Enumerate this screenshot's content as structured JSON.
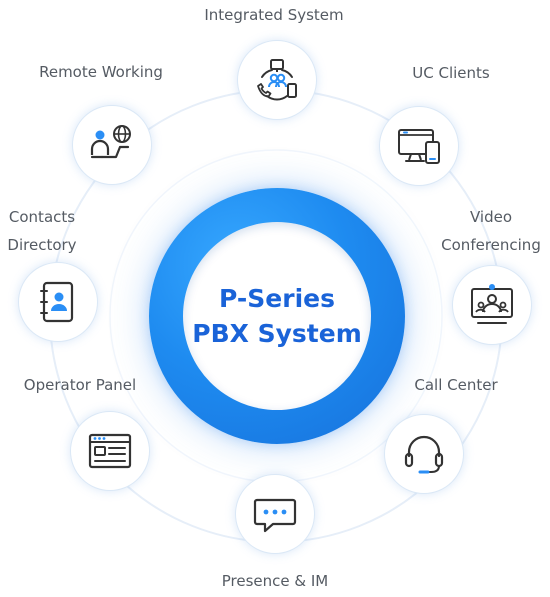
{
  "center": {
    "line1": "P-Series",
    "line2": "PBX System"
  },
  "colors": {
    "accent": "#1e8bf0",
    "accent_dark": "#1670db",
    "title_text": "#1a63d8",
    "label_text": "#555b63",
    "icon_stroke": "#333333",
    "icon_accent": "#2a8ef5",
    "ring": "#e4edf7"
  },
  "features": [
    {
      "id": "integrated-system",
      "label": "Integrated System",
      "icon": "integrated-system-icon"
    },
    {
      "id": "uc-clients",
      "label": "UC Clients",
      "icon": "uc-clients-icon"
    },
    {
      "id": "video-conferencing",
      "label_lines": [
        "Video",
        "Conferencing"
      ],
      "icon": "video-conferencing-icon"
    },
    {
      "id": "call-center",
      "label": "Call Center",
      "icon": "headset-icon"
    },
    {
      "id": "presence-im",
      "label": "Presence & IM",
      "icon": "chat-bubble-icon"
    },
    {
      "id": "operator-panel",
      "label": "Operator Panel",
      "icon": "operator-panel-icon"
    },
    {
      "id": "contacts-directory",
      "label_lines": [
        "Contacts",
        "Directory"
      ],
      "icon": "contacts-book-icon"
    },
    {
      "id": "remote-working",
      "label": "Remote Working",
      "icon": "remote-working-icon"
    }
  ]
}
